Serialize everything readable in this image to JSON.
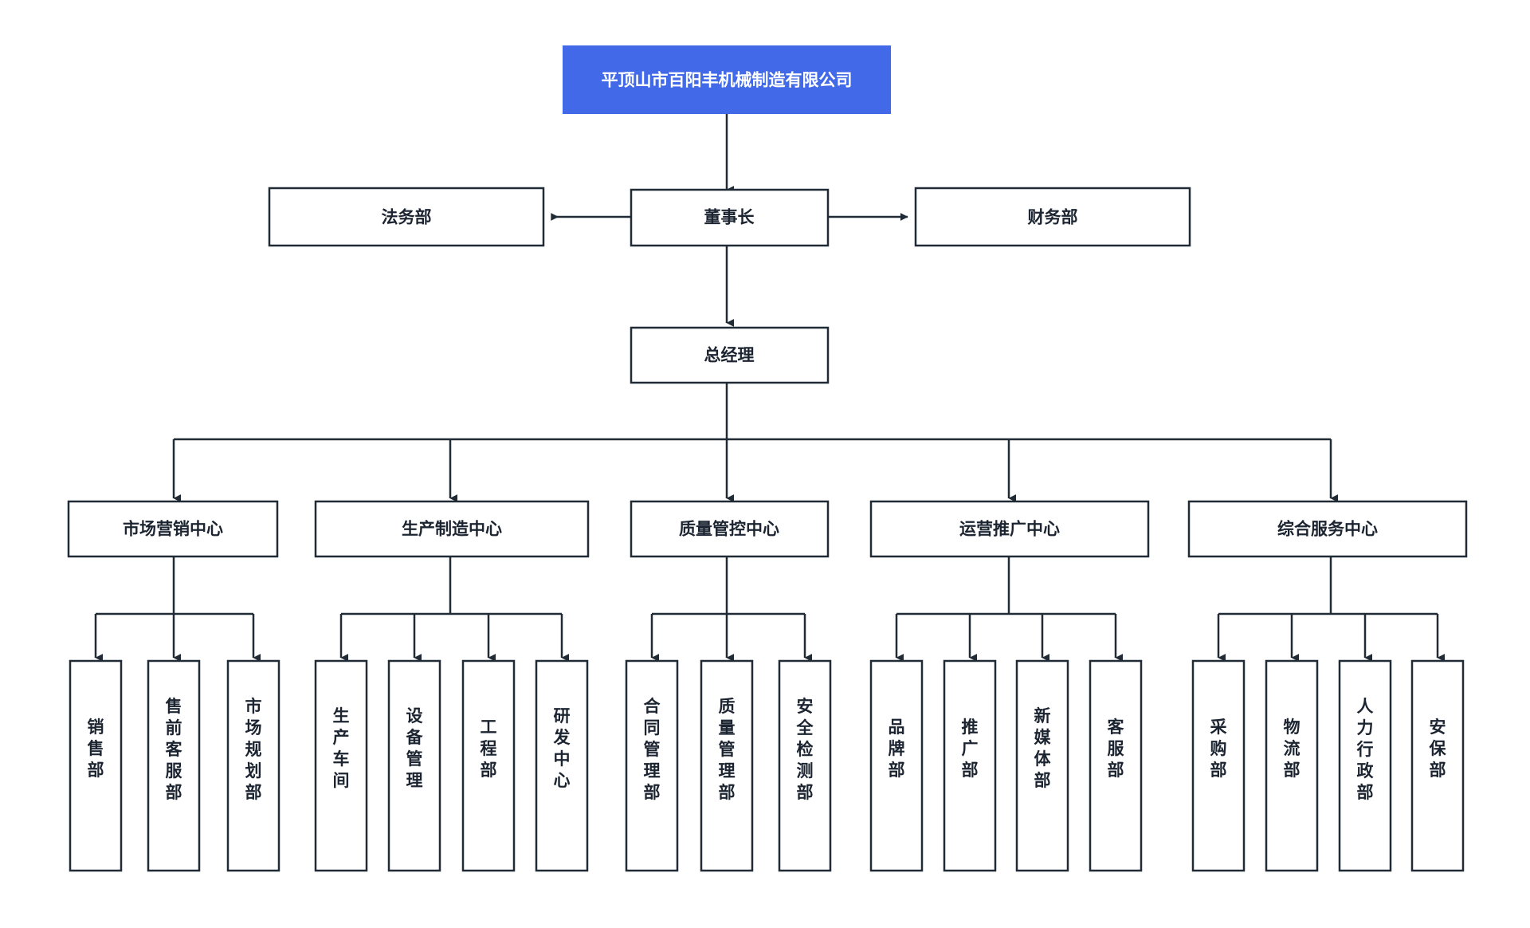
{
  "diagram": {
    "title_text": "平顶山市百阳丰机械制造有限公司",
    "type": "organization-chart",
    "colors": {
      "root_fill": "#4169e8",
      "root_text": "#ffffff",
      "box_stroke": "#212b36",
      "box_fill": "#ffffff",
      "line": "#212b36",
      "text": "#1b2430",
      "background": "#ffffff"
    },
    "levels": {
      "root": {
        "label": "平顶山市百阳丰机械制造有限公司"
      },
      "chairman": {
        "label": "董事长"
      },
      "chairman_side": [
        {
          "label": "法务部",
          "side": "left"
        },
        {
          "label": "财务部",
          "side": "right"
        }
      ],
      "general_manager": {
        "label": "总经理"
      },
      "centers": [
        {
          "label": "市场营销中心",
          "departments": [
            {
              "label": "销售部"
            },
            {
              "label": "售前客服部"
            },
            {
              "label": "市场规划部"
            }
          ]
        },
        {
          "label": "生产制造中心",
          "departments": [
            {
              "label": "生产车间"
            },
            {
              "label": "设备管理"
            },
            {
              "label": "工程部"
            },
            {
              "label": "研发中心"
            }
          ]
        },
        {
          "label": "质量管控中心",
          "departments": [
            {
              "label": "合同管理部"
            },
            {
              "label": "质量管理部"
            },
            {
              "label": "安全检测部"
            }
          ]
        },
        {
          "label": "运营推广中心",
          "departments": [
            {
              "label": "品牌部"
            },
            {
              "label": "推广部"
            },
            {
              "label": "新媒体部"
            },
            {
              "label": "客服部"
            }
          ]
        },
        {
          "label": "综合服务中心",
          "departments": [
            {
              "label": "采购部"
            },
            {
              "label": "物流部"
            },
            {
              "label": "人力行政部"
            },
            {
              "label": "安保部"
            }
          ]
        }
      ]
    }
  }
}
